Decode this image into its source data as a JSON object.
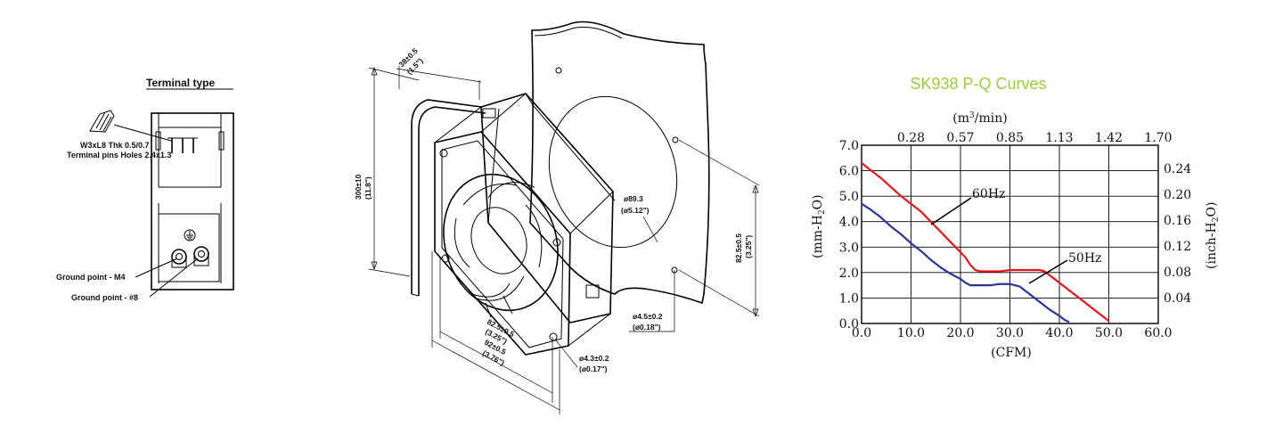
{
  "terminal": {
    "title": "Terminal type",
    "spec_line1": "W3xL8  Thk 0.5/0.7",
    "spec_line2": "Terminal pins Holes 2.4x1.3",
    "ground_m4": "Ground point - M4",
    "ground_8": "Ground point - #8"
  },
  "fan": {
    "depth_mm": "38±0.5",
    "depth_in": "(1.5\")",
    "cord_mm": "300±10",
    "cord_in": "(11.8\")",
    "opening_mm": "ø89.3",
    "opening_in": "(ø5.12\")",
    "pitch_right_mm": "82.5±0.5",
    "pitch_right_in": "(3.25\")",
    "slot_mm": "ø4.5±0.2",
    "slot_in": "(ø0.18\")",
    "pitch_bottom_mm": "82.5±0.5",
    "pitch_bottom_in": "(3.25\")",
    "width_mm": "92±0.5",
    "width_in": "(3.76\")",
    "hole_mm": "ø4.3±0.2",
    "hole_in": "(ø0.17\")"
  },
  "chart_data": {
    "type": "line",
    "title": "SK938 P-Q Curves",
    "xlabel": "(CFM)",
    "ylabel": "(mm-H2O)",
    "y2label": "(inch-H2O)",
    "x2label": "(m3/min)",
    "xlim": [
      0,
      60
    ],
    "ylim": [
      0,
      7
    ],
    "x_ticks": [
      "0.0",
      "10.0",
      "20.0",
      "30.0",
      "40.0",
      "50.0",
      "60.0"
    ],
    "y_ticks": [
      "0.0",
      "1.0",
      "2.0",
      "3.0",
      "4.0",
      "5.0",
      "6.0",
      "7.0"
    ],
    "x2_ticks": [
      "0.28",
      "0.57",
      "0.85",
      "1.13",
      "1.42",
      "1.70"
    ],
    "y2_ticks": [
      "0.04",
      "0.08",
      "0.12",
      "0.16",
      "0.20",
      "0.24"
    ],
    "grid": true,
    "series": [
      {
        "name": "60Hz",
        "color": "#e8141b",
        "x": [
          0,
          2,
          4,
          6,
          8,
          10,
          12,
          14,
          16,
          18,
          20,
          21,
          22,
          23,
          24,
          26,
          28,
          30,
          32,
          34,
          36,
          37,
          38,
          40,
          42,
          44,
          46,
          48,
          49,
          50
        ],
        "y": [
          6.3,
          6.0,
          5.7,
          5.35,
          5.0,
          4.7,
          4.4,
          4.0,
          3.6,
          3.2,
          2.8,
          2.6,
          2.3,
          2.1,
          2.05,
          2.05,
          2.05,
          2.1,
          2.1,
          2.1,
          2.1,
          2.05,
          1.9,
          1.6,
          1.3,
          1.0,
          0.7,
          0.4,
          0.25,
          0.1
        ]
      },
      {
        "name": "50Hz",
        "color": "#2c3595",
        "x": [
          0,
          2,
          4,
          6,
          8,
          10,
          12,
          14,
          16,
          18,
          20,
          21,
          22,
          24,
          26,
          28,
          30,
          32,
          34,
          36,
          38,
          40,
          41,
          42
        ],
        "y": [
          4.7,
          4.45,
          4.15,
          3.8,
          3.5,
          3.15,
          2.85,
          2.5,
          2.2,
          1.95,
          1.75,
          1.6,
          1.5,
          1.5,
          1.5,
          1.55,
          1.55,
          1.45,
          1.15,
          0.85,
          0.55,
          0.3,
          0.15,
          0.05
        ]
      }
    ]
  }
}
